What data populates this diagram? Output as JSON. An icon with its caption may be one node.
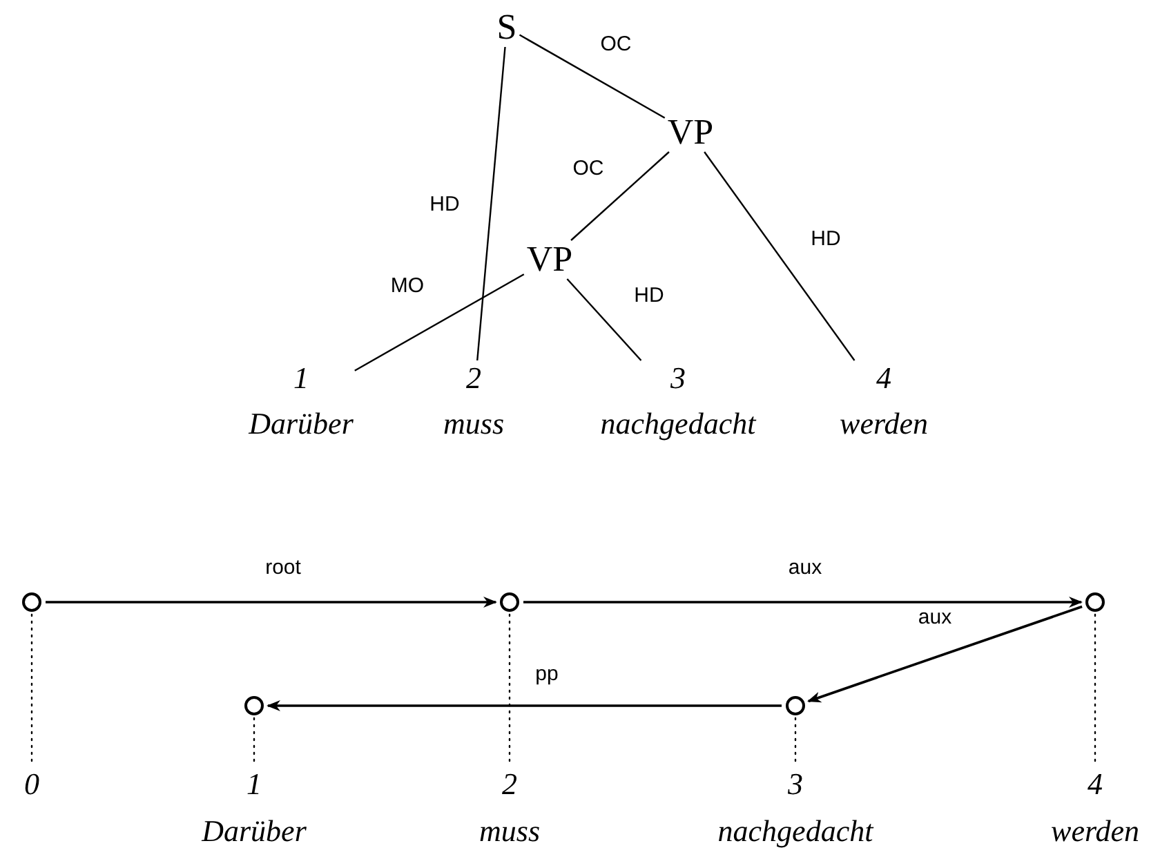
{
  "diagram": {
    "nodes": [
      {
        "text": [
          "S"
        ]
      },
      {
        "text": [
          "VP"
        ]
      },
      {
        "text": [
          "VP"
        ]
      },
      {
        "text": [
          "1",
          "Darüber"
        ]
      },
      {
        "text": [
          "2",
          "muss"
        ]
      },
      {
        "text": [
          "3",
          "nachgedacht"
        ]
      },
      {
        "text": [
          "4",
          "werden"
        ]
      },
      {
        "text": [],
        "shape": "circle"
      },
      {
        "text": [],
        "shape": "circle"
      },
      {
        "text": [],
        "shape": "circle"
      },
      {
        "text": [],
        "shape": "circle"
      },
      {
        "text": [],
        "shape": "circle"
      },
      {
        "text": [
          "0"
        ]
      },
      {
        "text": [
          "1",
          "Darüber"
        ]
      },
      {
        "text": [
          "2",
          "muss"
        ]
      },
      {
        "text": [
          "3",
          "nachgedacht"
        ]
      },
      {
        "text": [
          "4",
          "werden"
        ]
      }
    ],
    "edges": [
      {
        "from": 0,
        "to": 1,
        "arrow": "none",
        "label": "OC"
      },
      {
        "from": 0,
        "to": 4,
        "arrow": "none",
        "label": "HD"
      },
      {
        "from": 1,
        "to": 2,
        "arrow": "none",
        "label": "OC"
      },
      {
        "from": 1,
        "to": 6,
        "arrow": "none",
        "label": "HD"
      },
      {
        "from": 2,
        "to": 3,
        "arrow": "none",
        "label": "MO"
      },
      {
        "from": 2,
        "to": 5,
        "arrow": "none",
        "label": "HD"
      },
      {
        "from": 7,
        "to": 9,
        "arrow": "to",
        "label": "root"
      },
      {
        "from": 9,
        "to": 11,
        "arrow": "to",
        "label": "aux"
      },
      {
        "from": 11,
        "to": 10,
        "arrow": "to",
        "label": "aux"
      },
      {
        "from": 10,
        "to": 8,
        "arrow": "to",
        "label": "pp"
      },
      {
        "from": 7,
        "to": 12,
        "arrow": "none",
        "style": "dashed"
      },
      {
        "from": 8,
        "to": 13,
        "arrow": "none",
        "style": "dashed"
      },
      {
        "from": 9,
        "to": 14,
        "arrow": "none",
        "style": "dashed"
      },
      {
        "from": 10,
        "to": 15,
        "arrow": "none",
        "style": "dashed"
      },
      {
        "from": 11,
        "to": 16,
        "arrow": "none",
        "style": "dashed"
      }
    ]
  }
}
